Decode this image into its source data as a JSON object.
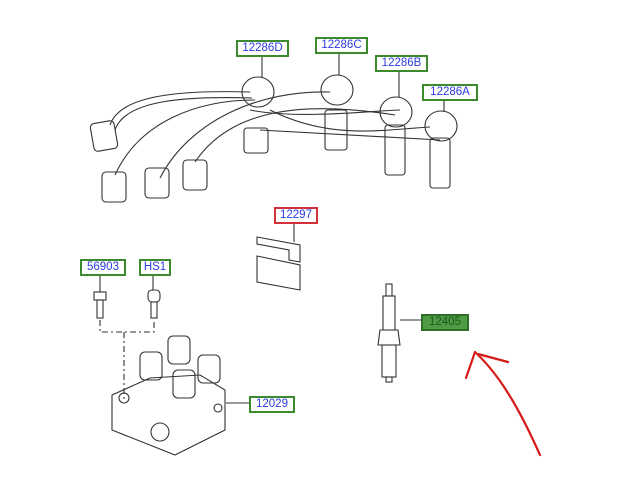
{
  "diagram": {
    "labels": {
      "lead_d": "12286D",
      "lead_c": "12286C",
      "lead_b": "12286B",
      "lead_a": "12286A",
      "retainer": "12297",
      "screw": "56903",
      "bolt": "HS1",
      "spark_plug": "12405",
      "coil": "12029"
    },
    "colors": {
      "label_text": "#2b3be0",
      "label_border": "#3b8a2e",
      "highlight_border": "#d2303a",
      "selected_fill": "#4f9a45",
      "annotation_arrow": "#d61a1a"
    }
  }
}
